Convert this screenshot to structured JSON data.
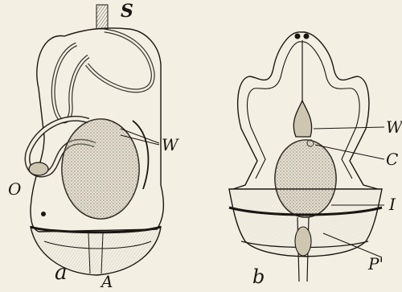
{
  "figure_a": {
    "panel_label": "a",
    "labels": {
      "S": "S",
      "W": "W",
      "O": "O",
      "A": "A"
    }
  },
  "figure_b": {
    "panel_label": "b",
    "labels": {
      "W": "W",
      "C": "C",
      "I": "I",
      "P": "P'"
    }
  },
  "colors": {
    "background": "#f4efe3",
    "ink": "#1a1611",
    "body_shade": "#cfc6b2"
  }
}
